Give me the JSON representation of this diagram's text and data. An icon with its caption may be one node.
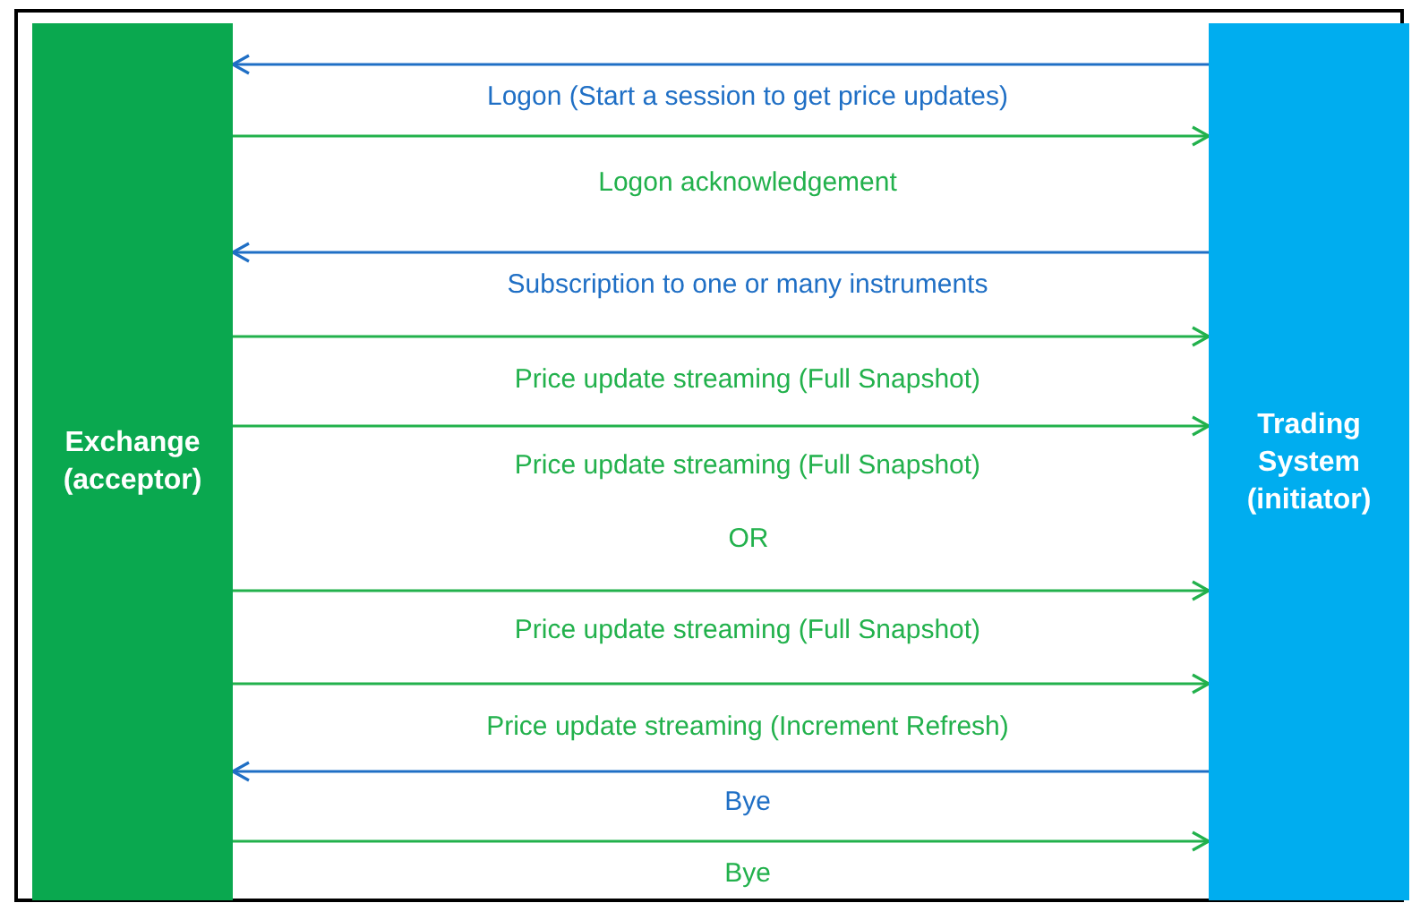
{
  "diagram": {
    "nodes": [
      {
        "text": [
          "Exchange (acceptor)"
        ]
      },
      {
        "text": [
          "Trading System (initiator)"
        ]
      }
    ],
    "edges": [
      {
        "from": 1,
        "to": 0,
        "arrow": "to",
        "label": "Logon (Start a session to get price updates)",
        "color": "#1f6fc5"
      },
      {
        "from": 0,
        "to": 1,
        "arrow": "to",
        "label": "Logon acknowledgement"
      },
      {
        "from": 1,
        "to": 0,
        "arrow": "to",
        "label": "Subscription to one or many instruments",
        "color": "#1f6fc5"
      },
      {
        "from": 0,
        "to": 1,
        "arrow": "to",
        "label": "Price update streaming (Full Snapshot)"
      },
      {
        "from": 0,
        "to": 1,
        "arrow": "to",
        "label": "Price update streaming (Full Snapshot)"
      },
      {
        "from": 0,
        "to": 1,
        "arrow": "to",
        "label": "Price update streaming (Full Snapshot)"
      },
      {
        "from": 0,
        "to": 1,
        "arrow": "to",
        "label": "Price update streaming (Increment Refresh)"
      },
      {
        "from": 1,
        "to": 0,
        "arrow": "to",
        "label": "Bye",
        "color": "#1f6fc5"
      },
      {
        "from": 0,
        "to": 1,
        "arrow": "to",
        "label": "Bye"
      }
    ],
    "labels": [
      "OR"
    ]
  }
}
